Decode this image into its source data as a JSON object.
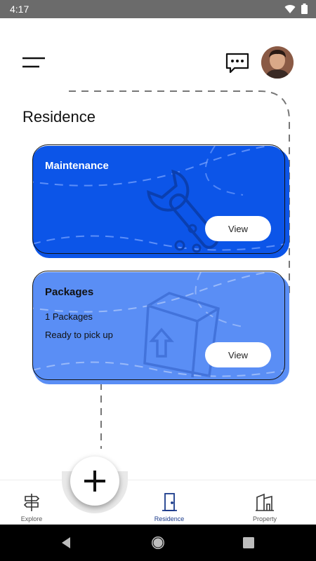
{
  "status": {
    "time": "4:17"
  },
  "header": {
    "title": "Residence"
  },
  "maintenance": {
    "title": "Maintenance",
    "view_label": "View"
  },
  "packages": {
    "title": "Packages",
    "count_text": "1 Packages",
    "status_text": "Ready to pick up",
    "view_label": "View"
  },
  "nav": {
    "items": [
      {
        "label": "Explore",
        "icon": "signpost-icon"
      },
      {
        "label": "Residence",
        "icon": "door-icon"
      },
      {
        "label": "Property",
        "icon": "building-icon"
      }
    ]
  },
  "colors": {
    "maintenance_card": "#0c55e8",
    "packages_card": "#5a8ef5",
    "active_nav": "#1a3a8a"
  }
}
